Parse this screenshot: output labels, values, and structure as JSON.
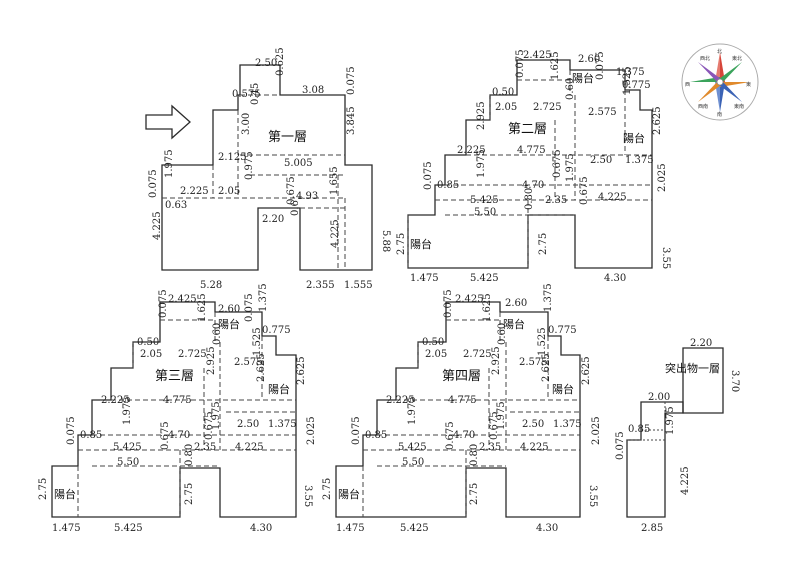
{
  "floors": {
    "first": {
      "title": "第一層",
      "dims": [
        "2.50",
        "0.625",
        "0.575",
        "0.45",
        "3.08",
        "3.845",
        "0.075",
        "3.00",
        "2.125",
        "5.005",
        "1.975",
        "0.975",
        "2.225",
        "2.05",
        "0.075",
        "0.63",
        "4.93",
        "0.675",
        "1.655",
        "2.20",
        "0.6",
        "4.225",
        "4.225",
        "5.88",
        "5.28",
        "2.355",
        "1.555"
      ]
    },
    "second": {
      "title": "第二層",
      "balcony_a": "陽台",
      "balcony_b": "陽台",
      "balcony_c": "陽台",
      "dims": [
        "2.425",
        "2.60",
        "0.075",
        "1.625",
        "0.075",
        "1.375",
        "0.775",
        "0.50",
        "2.05",
        "2.725",
        "0.60",
        "2.575",
        "1.525",
        "2.925",
        "2.625",
        "2.225",
        "4.775",
        "2.50",
        "1.375",
        "1.975",
        "0.675",
        "0.85",
        "4.70",
        "1.975",
        "2.025",
        "0.075",
        "5.425",
        "4.225",
        "5.50",
        "0.80",
        "2.35",
        "0.675",
        "2.75",
        "2.75",
        "3.55",
        "1.475",
        "5.425",
        "4.30"
      ]
    },
    "third": {
      "title": "第三層",
      "balcony_a": "陽台",
      "balcony_b": "陽台",
      "balcony_c": "陽台",
      "dims": [
        "2.425",
        "2.60",
        "0.075",
        "1.625",
        "0.075",
        "1.375",
        "0.50",
        "2.05",
        "2.725",
        "0.60",
        "0.775",
        "2.575",
        "1.525",
        "2.925",
        "2.225",
        "4.775",
        "2.625",
        "2.625",
        "2.50",
        "1.375",
        "1.975",
        "0.675",
        "1.975",
        "0.85",
        "4.70",
        "2.025",
        "0.075",
        "5.425",
        "0.675",
        "4.225",
        "5.50",
        "0.80",
        "2.35",
        "2.75",
        "2.75",
        "3.55",
        "1.475",
        "5.425",
        "4.30"
      ]
    },
    "fourth": {
      "title": "第四層",
      "balcony_a": "陽台",
      "balcony_b": "陽台",
      "balcony_c": "陽台",
      "dims": [
        "2.425",
        "2.60",
        "0.075",
        "1.625",
        "1.375",
        "0.50",
        "2.05",
        "2.725",
        "0.60",
        "0.775",
        "2.575",
        "1.525",
        "2.925",
        "2.225",
        "4.775",
        "2.625",
        "2.625",
        "2.50",
        "1.375",
        "1.975",
        "0.675",
        "1.975",
        "0.85",
        "4.70",
        "2.025",
        "0.075",
        "5.425",
        "0.675",
        "4.225",
        "5.50",
        "0.80",
        "2.35",
        "2.75",
        "2.75",
        "3.55",
        "1.475",
        "5.425",
        "4.30"
      ]
    },
    "protrusion": {
      "title": "突出物一層",
      "dims": [
        "2.20",
        "3.70",
        "2.00",
        "0.85",
        "1.975",
        "0.075",
        "4.225",
        "2.85"
      ]
    }
  },
  "compass": {
    "north": "北",
    "labels": [
      "東北",
      "西北",
      "東南",
      "西南",
      "東",
      "西",
      "南"
    ]
  },
  "colors": {
    "line": "#2b2b2b",
    "compass_red": "#d6453a",
    "compass_green": "#3aa35b",
    "compass_blue": "#3b63b5",
    "compass_orange": "#e08a2c"
  }
}
